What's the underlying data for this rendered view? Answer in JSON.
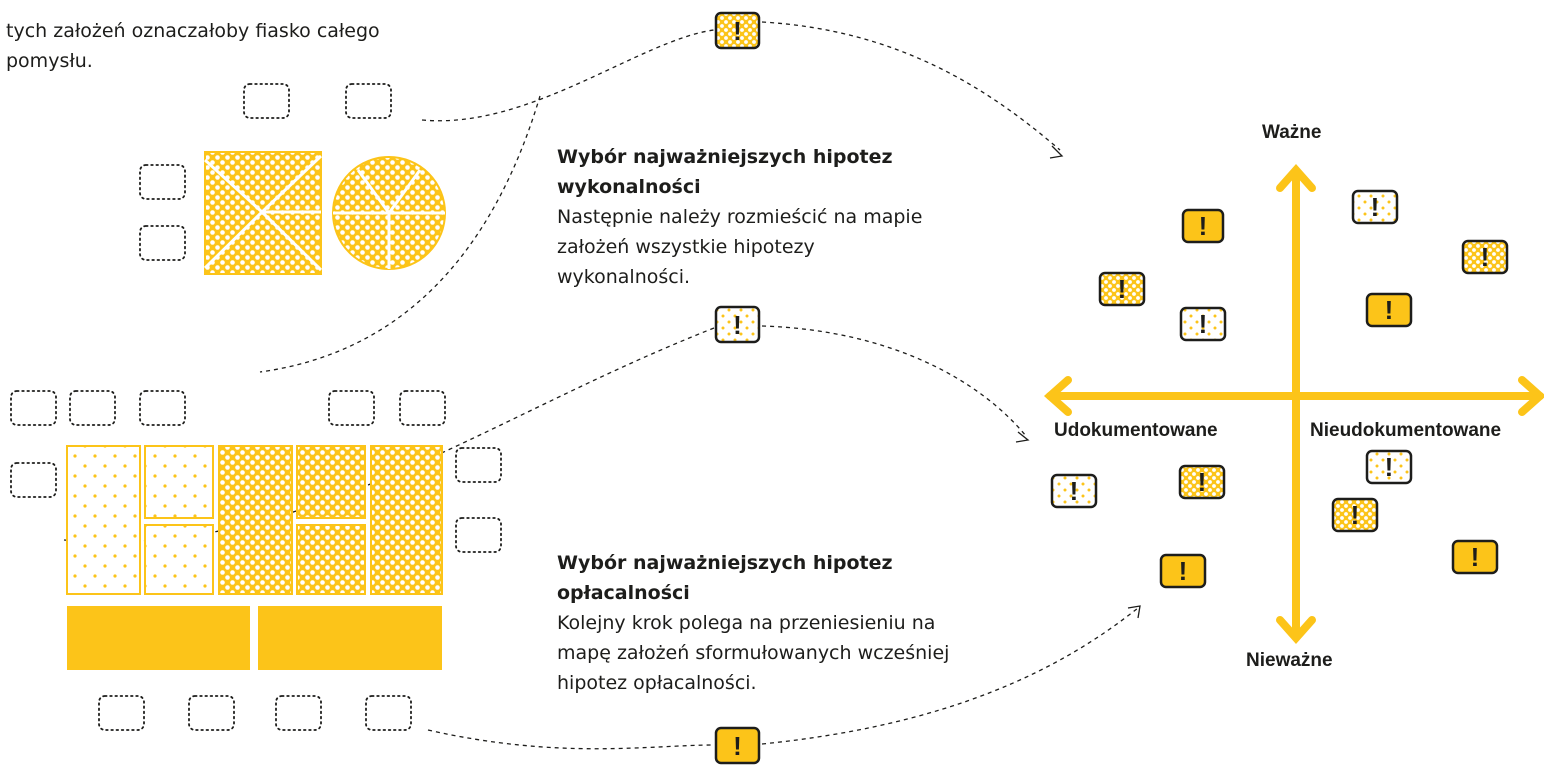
{
  "intro": {
    "text": "tych założeń oznaczałoby fiasko całego pomysłu."
  },
  "feasibility": {
    "heading": "Wybór najważniejszych hipotez wykonalności",
    "body": "Następnie należy rozmieścić na mapie założeń wszystkie hipotezy wykonalności."
  },
  "viability": {
    "heading": "Wybór najważniejszych hipotez opłacalności",
    "body": "Kolejny krok polega na przeniesieniu na mapę założeń sformułowanych wcześniej hipotez opłacalności."
  },
  "assumption_map": {
    "axis_labels": {
      "top": "Ważne",
      "bottom": "Nieważne",
      "left": "Udokumentowane",
      "right": "Nieudokumentowane"
    },
    "marker_glyph": "!"
  },
  "colors": {
    "accent": "#fcc419",
    "ink": "#1d1d1b",
    "background": "#ffffff"
  },
  "icons": [
    "exclamation-sticky-note-icon",
    "dotted-sticky-note-icon",
    "double-arrow-axis-icon"
  ]
}
